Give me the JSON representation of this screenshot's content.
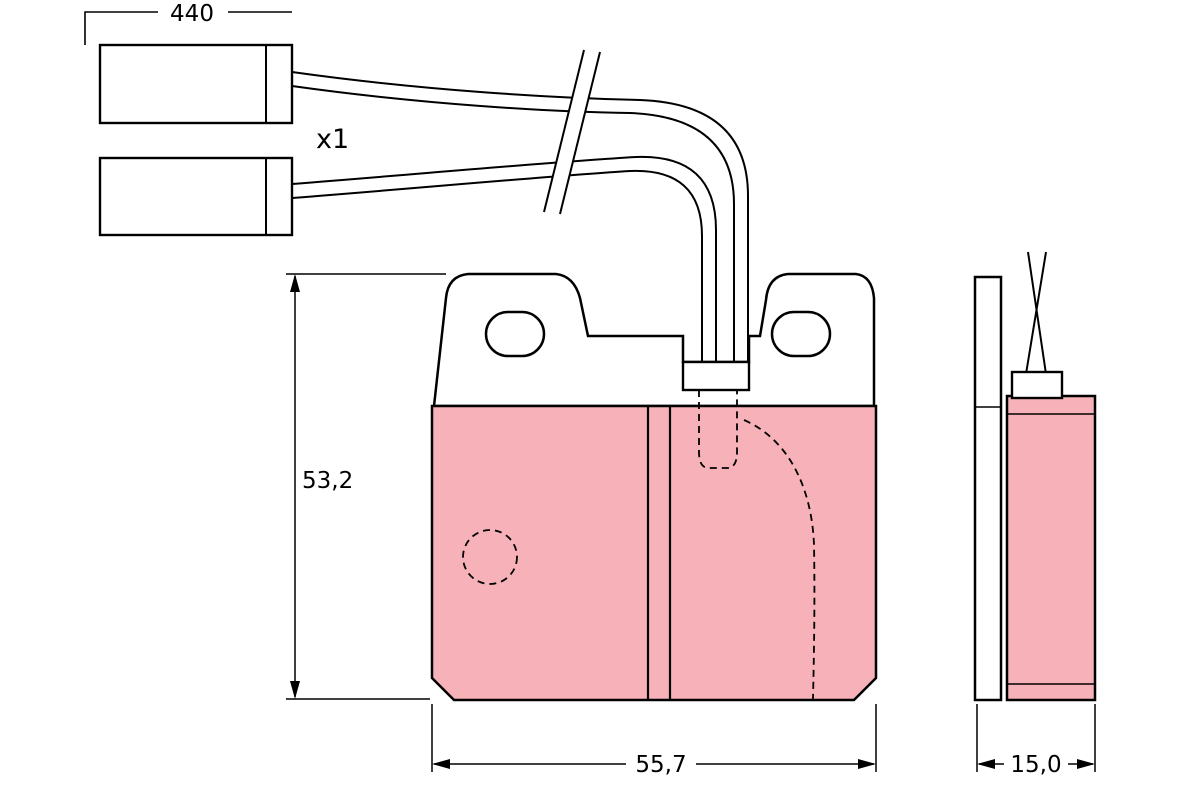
{
  "diagram": {
    "type": "brake-pad-technical-drawing",
    "labels": {
      "cable_length": "440",
      "quantity": "x1",
      "pad_height": "53,2",
      "pad_width": "55,7",
      "pad_thickness": "15,0"
    },
    "colors": {
      "friction_material": "#f6b2b8",
      "line": "#000000",
      "background": "#ffffff"
    }
  }
}
